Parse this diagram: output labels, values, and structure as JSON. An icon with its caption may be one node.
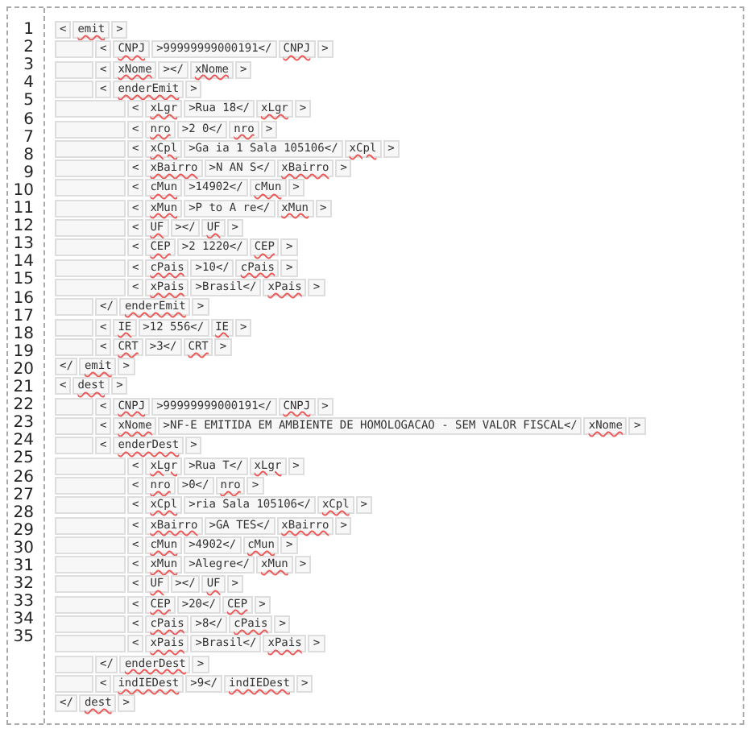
{
  "diagram": {
    "labels": [
      "1",
      "2",
      "3",
      "4",
      "5",
      "6",
      "7",
      "8",
      "9",
      "10",
      "11",
      "12",
      "13",
      "14",
      "15",
      "16",
      "17",
      "18",
      "19",
      "20",
      "21",
      "22",
      "23",
      "24",
      "25",
      "26",
      "27",
      "28",
      "29",
      "30",
      "31",
      "32",
      "33",
      "34",
      "35",
      "<",
      "emit",
      ">",
      "<",
      "CNPJ",
      ">99999999000191</",
      "CNPJ",
      ">",
      "<",
      "xNome",
      "></",
      "xNome",
      ">",
      "<",
      "enderEmit",
      ">",
      "<",
      "xLgr",
      ">Rua 18</",
      "xLgr",
      ">",
      "<",
      "nro",
      ">2 0</",
      "nro",
      ">",
      "<",
      "xCpl",
      ">Ga ia 1 Sala 105106</",
      "xCpl",
      ">",
      "<",
      "xBairro",
      ">N AN S</",
      "xBairro",
      ">",
      "<",
      "cMun",
      ">14902</",
      "cMun",
      ">",
      "<",
      "xMun",
      ">P to A re</",
      "xMun",
      ">",
      "<",
      "UF",
      "></",
      "UF",
      ">",
      "<",
      "CEP",
      ">2 1220</",
      "CEP",
      ">",
      "<",
      "cPais",
      ">10</",
      "cPais",
      ">",
      "<",
      "xPais",
      ">Brasil</",
      "xPais",
      ">",
      "</",
      "enderEmit",
      ">",
      "<",
      "IE",
      ">12 556</",
      "IE",
      ">",
      "<",
      "CRT",
      ">3</",
      "CRT",
      ">",
      "</",
      "emit",
      ">",
      "<",
      "dest",
      ">",
      "<",
      "CNPJ",
      ">99999999000191</",
      "CNPJ",
      ">",
      "<",
      "xNome",
      ">NF-E EMITIDA EM AMBIENTE DE HOMOLOGACAO - SEM VALOR FISCAL</",
      "xNome",
      ">",
      "<",
      "enderDest",
      ">",
      "<",
      "xLgr",
      ">Rua T</",
      "xLgr",
      ">",
      "<",
      "nro",
      ">0</",
      "nro",
      ">",
      "<",
      "xCpl",
      ">ria Sala 105106</",
      "xCpl",
      ">",
      "<",
      "xBairro",
      ">GA TES</",
      "xBairro",
      ">",
      "<",
      "cMun",
      ">4902</",
      "cMun",
      ">",
      "<",
      "xMun",
      ">Alegre</",
      "xMun",
      ">",
      "<",
      "UF",
      "></",
      "UF",
      ">",
      "<",
      "CEP",
      ">20</",
      "CEP",
      ">",
      "<",
      "cPais",
      ">8</",
      "cPais",
      ">",
      "<",
      "xPais",
      ">Brasil</",
      "xPais",
      ">",
      "</",
      "enderDest",
      ">",
      "<",
      "indIEDest",
      ">9</",
      "indIEDest",
      ">",
      "</",
      "dest",
      ">"
    ]
  }
}
